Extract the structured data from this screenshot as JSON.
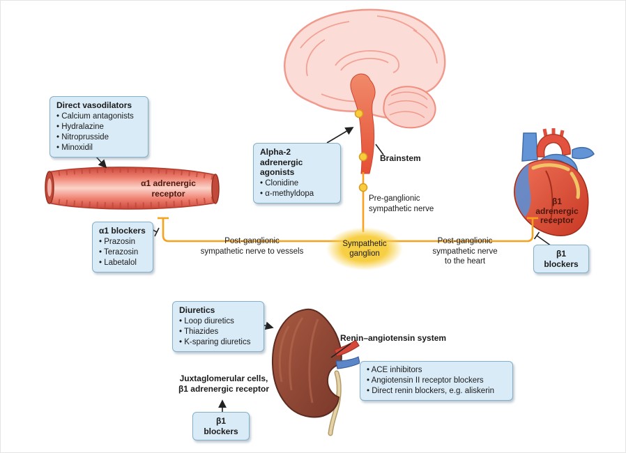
{
  "colors": {
    "box_fill": "#d9ebf7",
    "box_border": "#85aec9",
    "nerve": "#f6a21f",
    "ganglion": "#f7cf45",
    "text": "#1a1a1a",
    "receptor_text": "#4a180e"
  },
  "boxes": {
    "direct_vasodilators": {
      "title": "Direct vasodilators",
      "items": [
        "• Calcium antagonists",
        "• Hydralazine",
        "• Nitroprusside",
        "• Minoxidil"
      ]
    },
    "alpha2_agonists": {
      "title": "Alpha-2 adrenergic\nagonists",
      "items": [
        "• Clonidine",
        "• α-methyldopa"
      ]
    },
    "alpha1_blockers": {
      "title": "α1 blockers",
      "items": [
        "• Prazosin",
        "• Terazosin",
        "• Labetalol"
      ]
    },
    "beta1_blockers_heart": {
      "title": "β1 blockers"
    },
    "diuretics": {
      "title": "Diuretics",
      "items": [
        "• Loop diuretics",
        "• Thiazides",
        "• K-sparing diuretics"
      ]
    },
    "raas_inhibitors": {
      "items": [
        "• ACE inhibitors",
        "• Angiotensin II receptor blockers",
        "• Direct renin blockers, e.g. aliskerin"
      ]
    },
    "beta1_blockers_kidney": {
      "title": "β1 blockers"
    }
  },
  "labels": {
    "brainstem": "Brainstem",
    "preganglionic": "Pre-ganglionic\nsympathetic nerve",
    "postganglionic_vessels": "Post-ganglionic\nsympathetic nerve to vessels",
    "postganglionic_heart": "Post-ganglionic\nsympathetic nerve\nto the heart",
    "sympathetic_ganglion": "Sympathetic\nganglion",
    "alpha1_receptor": "α1 adrenergic\nreceptor",
    "beta1_receptor": "β1\nadrenergic\nreceptor",
    "renin_angiotensin": "Renin–angiotensin system",
    "juxtaglomerular": "Juxtaglomerular cells,\nβ1 adrenergic receptor"
  }
}
